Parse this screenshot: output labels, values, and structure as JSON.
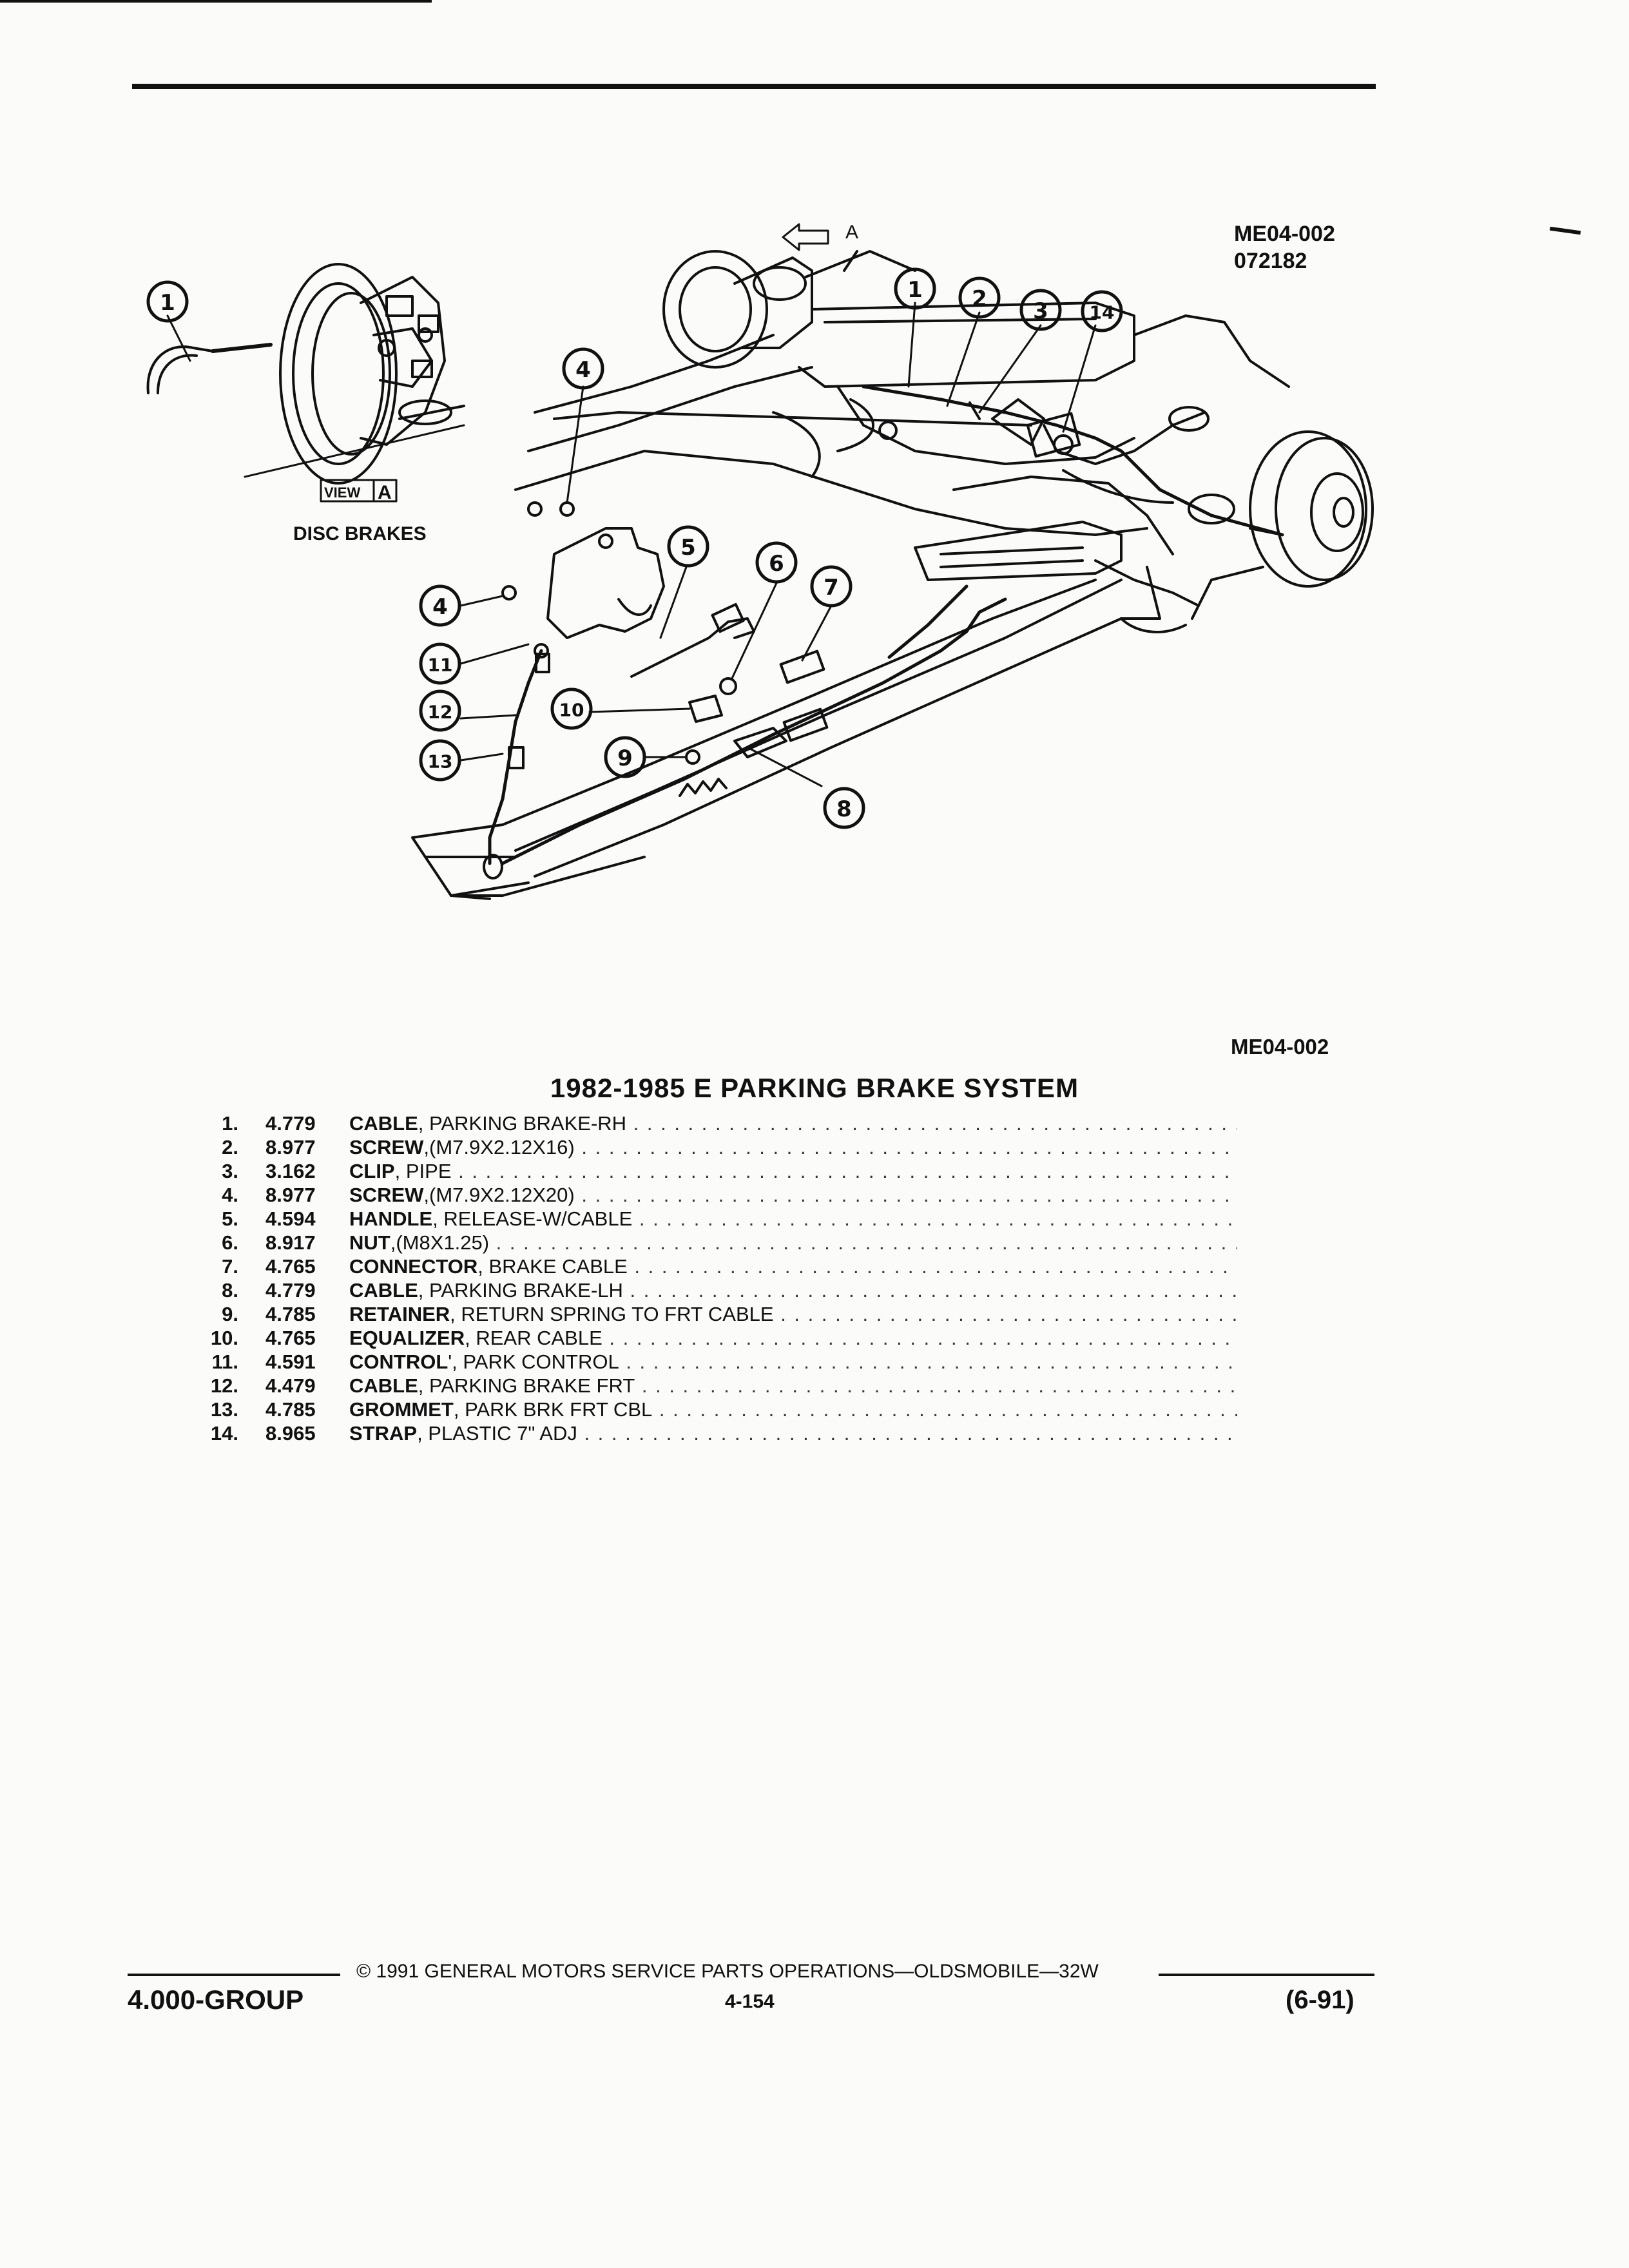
{
  "diagram": {
    "code": "ME04-002",
    "date": "072182",
    "view_label": "VIEW",
    "view_letter": "A",
    "arrow_label": "A",
    "inset_caption": "DISC BRAKES",
    "bottom_code": "ME04-002",
    "callouts": [
      "1",
      "1",
      "2",
      "3",
      "14",
      "4",
      "4",
      "5",
      "6",
      "7",
      "11",
      "12",
      "10",
      "13",
      "9",
      "8"
    ]
  },
  "title": "1982-1985 E PARKING BRAKE SYSTEM",
  "parts": [
    {
      "num": "1.",
      "code": "4.779",
      "name": "CABLE",
      "detail": ", PARKING BRAKE-RH"
    },
    {
      "num": "2.",
      "code": "8.977",
      "name": "SCREW",
      "detail": ",(M7.9X2.12X16)"
    },
    {
      "num": "3.",
      "code": "3.162",
      "name": "CLIP",
      "detail": ", PIPE"
    },
    {
      "num": "4.",
      "code": "8.977",
      "name": "SCREW",
      "detail": ",(M7.9X2.12X20)"
    },
    {
      "num": "5.",
      "code": "4.594",
      "name": "HANDLE",
      "detail": ", RELEASE-W/CABLE"
    },
    {
      "num": "6.",
      "code": "8.917",
      "name": "NUT",
      "detail": ",(M8X1.25)"
    },
    {
      "num": "7.",
      "code": "4.765",
      "name": "CONNECTOR",
      "detail": ", BRAKE CABLE"
    },
    {
      "num": "8.",
      "code": "4.779",
      "name": "CABLE",
      "detail": ", PARKING BRAKE-LH"
    },
    {
      "num": "9.",
      "code": "4.785",
      "name": "RETAINER",
      "detail": ", RETURN SPRING TO FRT CABLE"
    },
    {
      "num": "10.",
      "code": "4.765",
      "name": "EQUALIZER",
      "detail": ", REAR CABLE"
    },
    {
      "num": "11.",
      "code": "4.591",
      "name": "CONTROL",
      "detail": "', PARK CONTROL"
    },
    {
      "num": "12.",
      "code": "4.479",
      "name": "CABLE",
      "detail": ", PARKING BRAKE FRT"
    },
    {
      "num": "13.",
      "code": "4.785",
      "name": "GROMMET",
      "detail": ", PARK BRK FRT CBL"
    },
    {
      "num": "14.",
      "code": "8.965",
      "name": "STRAP",
      "detail": ", PLASTIC 7\" ADJ"
    }
  ],
  "footer": {
    "copyright": "© 1991 GENERAL MOTORS SERVICE PARTS OPERATIONS—OLDSMOBILE—32W",
    "group": "4.000-GROUP",
    "page": "4-154",
    "revision": "(6-91)"
  }
}
